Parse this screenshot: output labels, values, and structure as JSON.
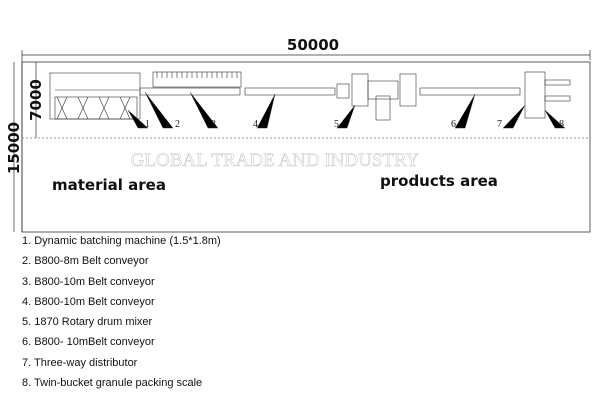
{
  "dimensions": {
    "width": "50000",
    "height_inner": "7000",
    "height_outer": "15000"
  },
  "areas": {
    "material": "material area",
    "products": "products area"
  },
  "watermark": "GLOBAL TRADE AND INDUSTRY",
  "callouts": [
    "1",
    "2",
    "3",
    "4",
    "5",
    "6",
    "7",
    "8"
  ],
  "legend": [
    "1. Dynamic batching machine (1.5*1.8m)",
    "2. B800-8m Belt conveyor",
    "3. B800-10m Belt conveyor",
    "4. B800-10m Belt conveyor",
    "5. 1870 Rotary drum mixer",
    "6. B800- 10mBelt conveyor",
    "7. Three-way distributor",
    "8. Twin-bucket granule packing scale"
  ]
}
